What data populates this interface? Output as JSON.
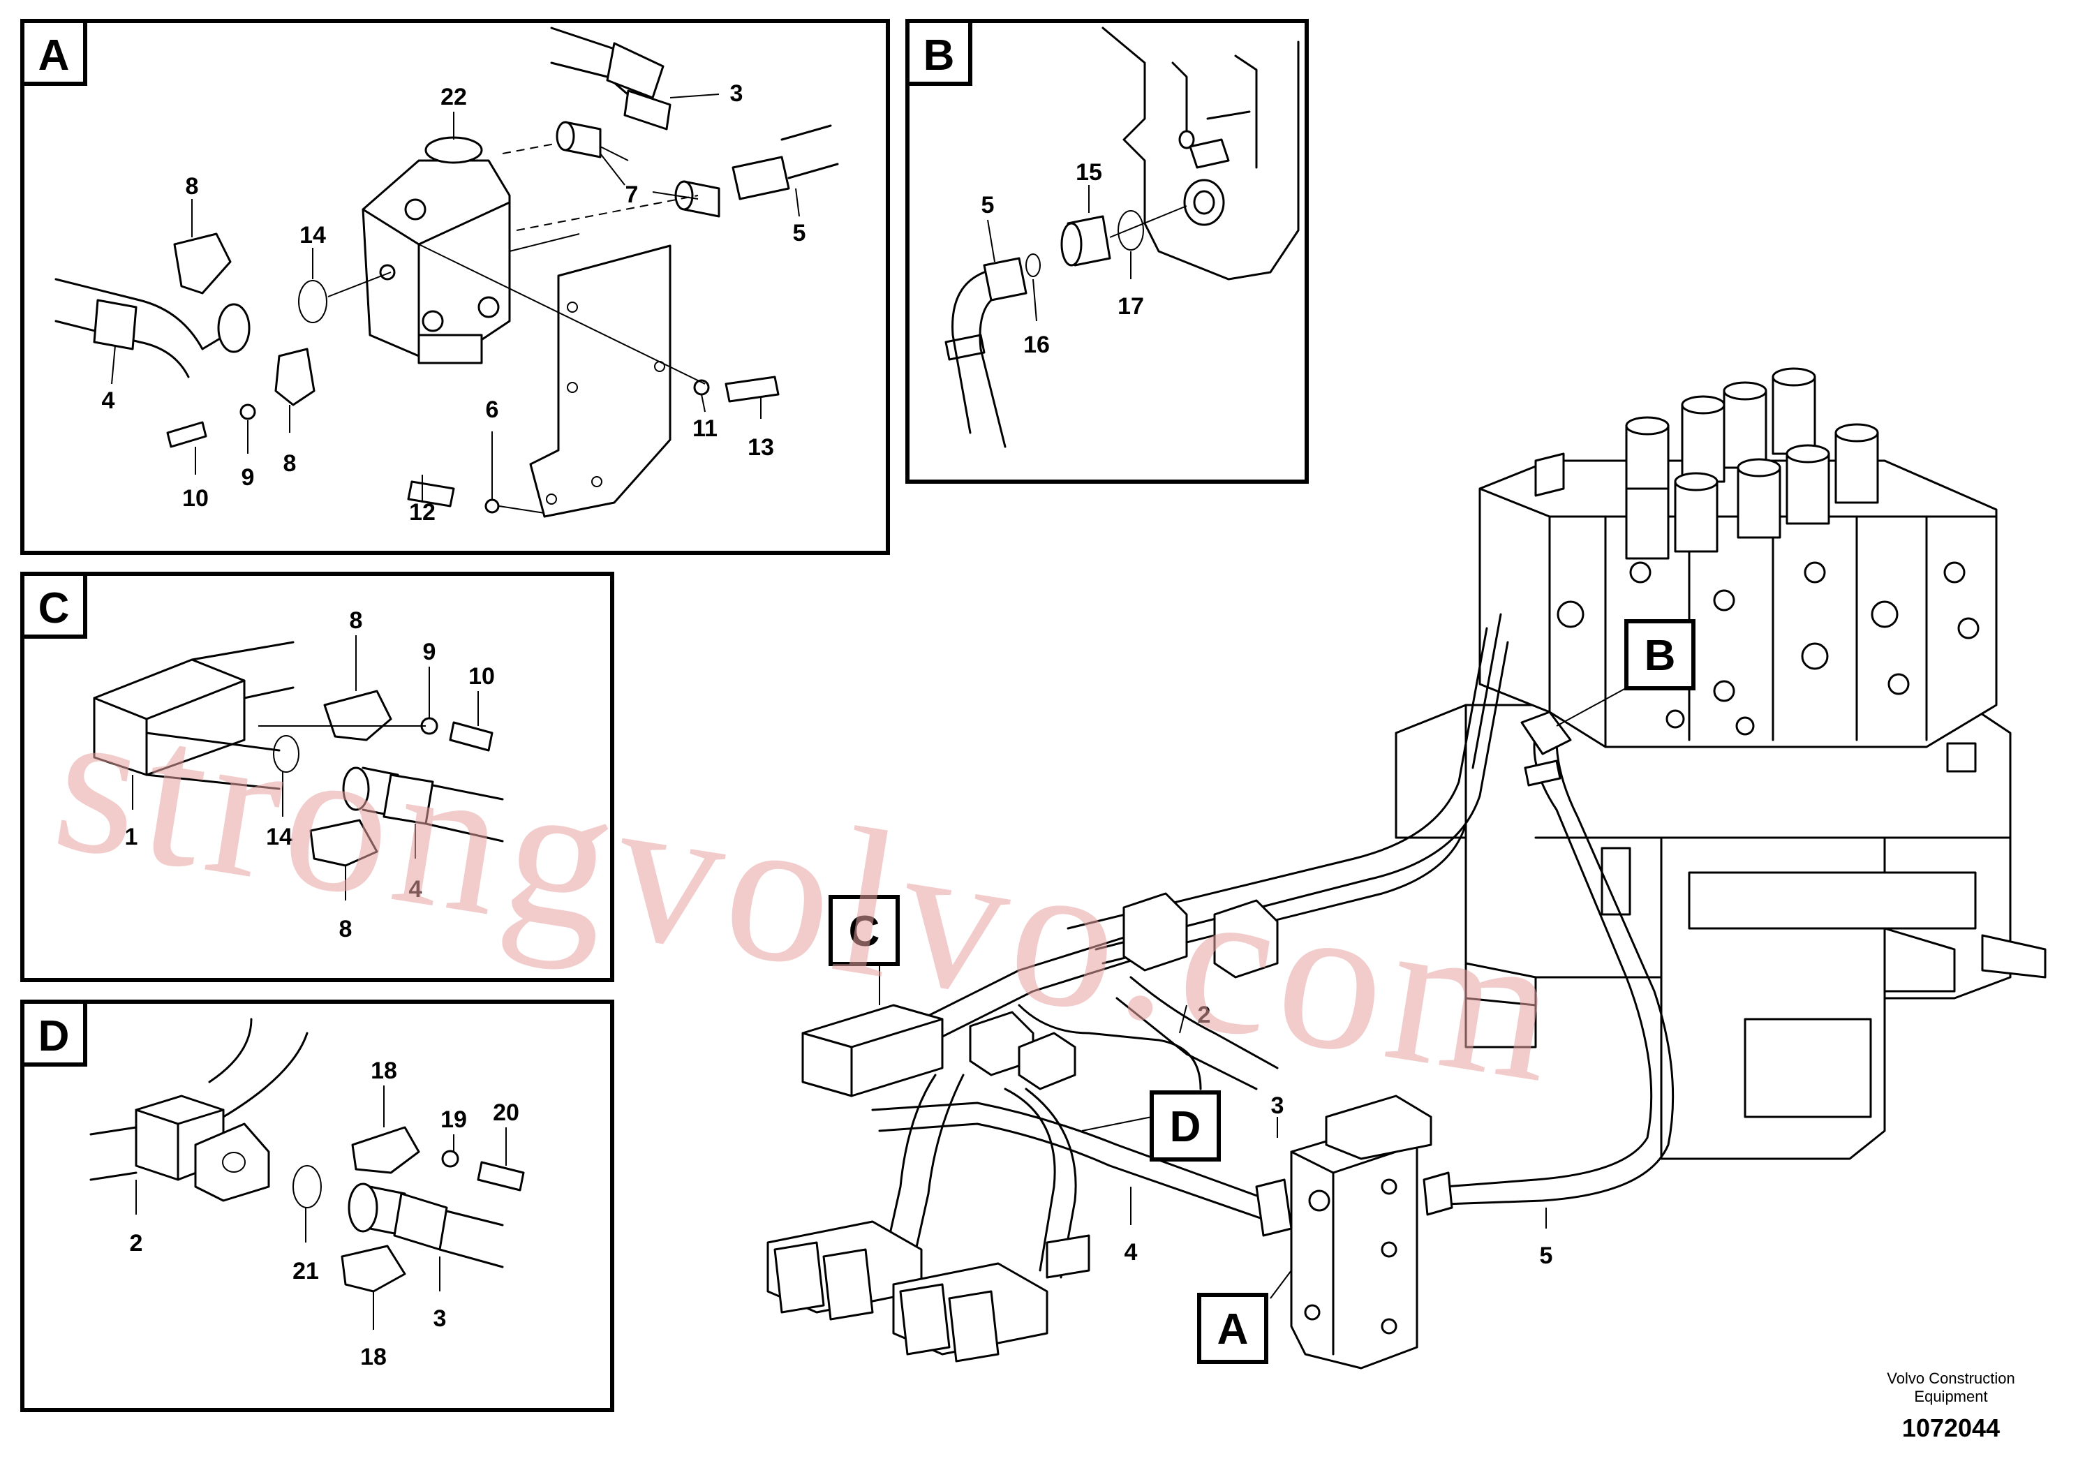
{
  "panels": [
    {
      "id": "A",
      "label": "A"
    },
    {
      "id": "B",
      "label": "B"
    },
    {
      "id": "C",
      "label": "C"
    },
    {
      "id": "D",
      "label": "D"
    }
  ],
  "main_tags": {
    "a": "A",
    "b": "B",
    "c": "C",
    "d": "D"
  },
  "callouts": {
    "a": [
      "22",
      "3",
      "8",
      "7",
      "14",
      "5",
      "4",
      "11",
      "13",
      "6",
      "10",
      "9",
      "8",
      "12"
    ],
    "b": [
      "15",
      "5",
      "16",
      "17"
    ],
    "c": [
      "8",
      "9",
      "10",
      "1",
      "14",
      "4",
      "8"
    ],
    "d": [
      "18",
      "19",
      "20",
      "2",
      "21",
      "3",
      "18"
    ],
    "main": [
      "2",
      "3",
      "4",
      "5"
    ]
  },
  "watermark": "strongvolvo.com",
  "footer": {
    "line1": "Volvo Construction",
    "line2": "Equipment",
    "drawing_number": "1072044"
  }
}
